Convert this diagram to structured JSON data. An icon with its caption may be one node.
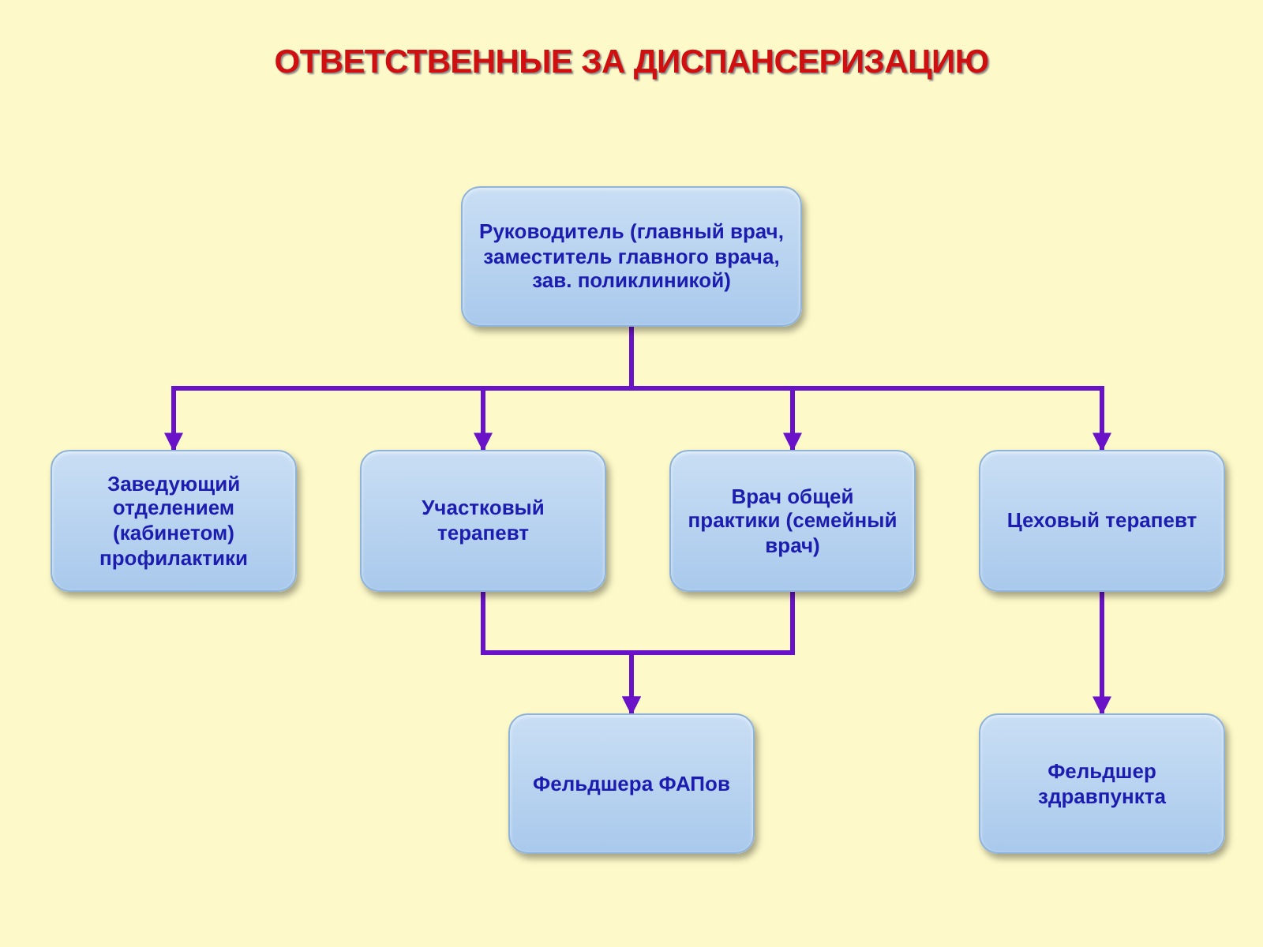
{
  "diagram": {
    "title": "ОТВЕТСТВЕННЫЕ ЗА ДИСПАНСЕРИЗАЦИЮ",
    "nodes": [
      {
        "text": [
          "Руководитель (главный врач, заместитель главного врача, зав. поликлиникой)"
        ]
      },
      {
        "text": [
          "Заведующий отделением (кабинетом) профилактики"
        ]
      },
      {
        "text": [
          "Участковый терапевт"
        ]
      },
      {
        "text": [
          "Врач общей практики (семейный врач)"
        ]
      },
      {
        "text": [
          "Цеховый терапевт"
        ]
      },
      {
        "text": [
          "Фельдшера ФАПов"
        ]
      },
      {
        "text": [
          "Фельдшер здравпункта"
        ]
      }
    ],
    "edges": [
      {
        "from": 0,
        "to": 1,
        "arrow": "to"
      },
      {
        "from": 0,
        "to": 2,
        "arrow": "to"
      },
      {
        "from": 0,
        "to": 3,
        "arrow": "to"
      },
      {
        "from": 0,
        "to": 4,
        "arrow": "to"
      },
      {
        "from": 2,
        "to": 5,
        "arrow": "to"
      },
      {
        "from": 3,
        "to": 5,
        "arrow": "to"
      },
      {
        "from": 4,
        "to": 6,
        "arrow": "to"
      }
    ]
  }
}
